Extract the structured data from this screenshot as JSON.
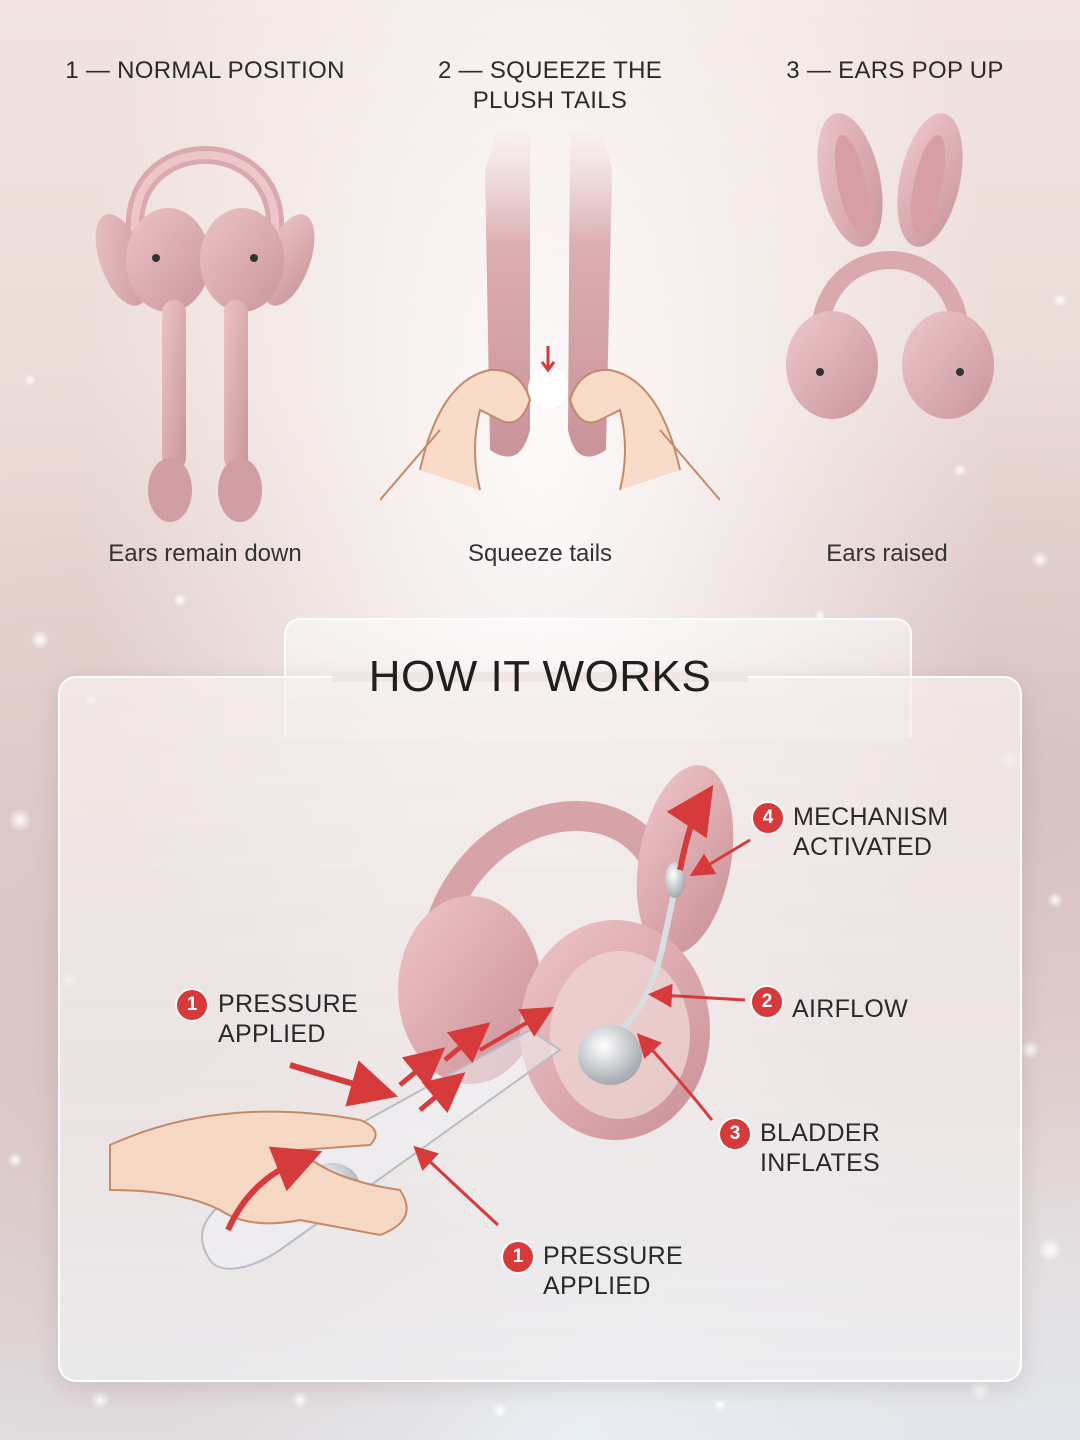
{
  "steps": [
    {
      "title": "1 — NORMAL POSITION",
      "caption": "Ears remain down"
    },
    {
      "title": "2 — SQUEEZE THE\nPLUSH TAILS",
      "caption": "Squeeze tails"
    },
    {
      "title": "3 — EARS POP UP",
      "caption": "Ears raised"
    }
  ],
  "how_it_works": {
    "heading": "HOW IT WORKS",
    "callouts": [
      {
        "number": "4",
        "text": "MECHANISM\nACTIVATED"
      },
      {
        "number": "1",
        "text": "PRESSURE\nAPPLIED"
      },
      {
        "number": "2",
        "text": "AIRFLOW"
      },
      {
        "number": "3",
        "text": "BLADDER\nINFLATES"
      },
      {
        "number": "1",
        "text": "PRESSURE\nAPPLIED"
      }
    ]
  },
  "colors": {
    "plush_pink": "#e3b3b6",
    "plush_dark": "#c98f95",
    "arrow_red": "#d63a3a",
    "badge_red": "#d63a3a"
  },
  "icons": [
    "earmuff-ears-down-illustration",
    "hands-squeezing-tails-illustration",
    "earmuff-ears-up-illustration",
    "mechanism-cutaway-illustration"
  ]
}
